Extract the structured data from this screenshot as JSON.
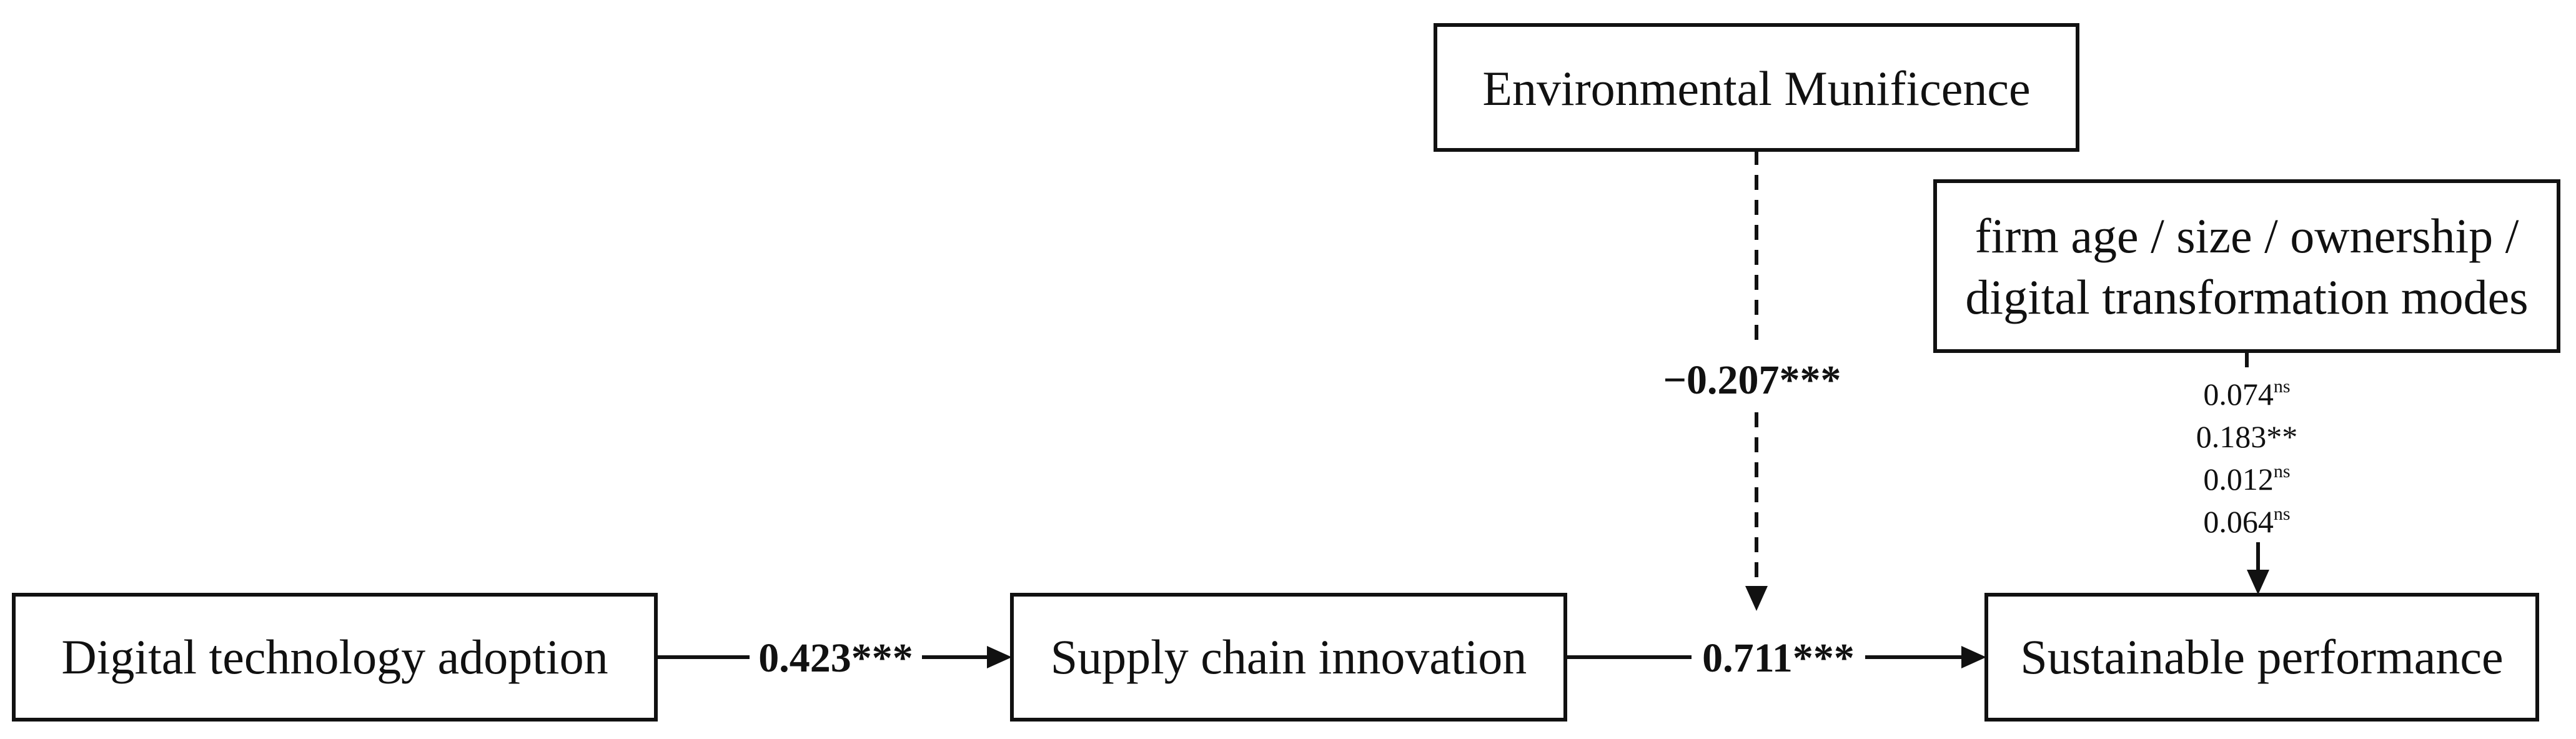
{
  "nodes": {
    "environmental_munificence": "Environmental Munificence",
    "controls_line1": "firm age / size / ownership /",
    "controls_line2": "digital transformation modes",
    "digital_technology_adoption": "Digital technology adoption",
    "supply_chain_innovation": "Supply chain innovation",
    "sustainable_performance": "Sustainable performance"
  },
  "paths": {
    "dta_to_sci": "0.423***",
    "sci_to_sp": "0.711***",
    "moderation": "−0.207***"
  },
  "controls": [
    {
      "value": "0.074",
      "sig": "ns"
    },
    {
      "value": "0.183**",
      "sig": ""
    },
    {
      "value": "0.012",
      "sig": "ns"
    },
    {
      "value": "0.064",
      "sig": "ns"
    }
  ]
}
